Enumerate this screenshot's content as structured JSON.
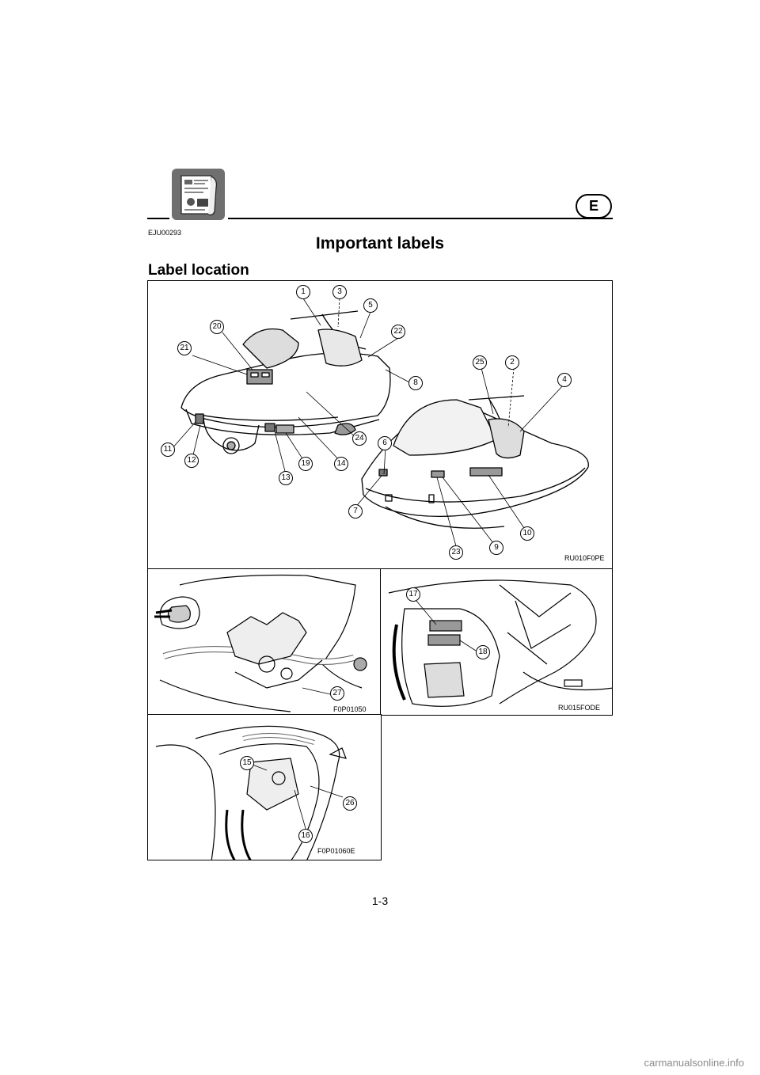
{
  "header": {
    "language": "E",
    "doc_code": "EJU00293",
    "icon": "manual-book-icon"
  },
  "page_title": "Important labels",
  "section_heading": "Label location",
  "figures": {
    "main": {
      "code": "RU010F0PE",
      "callouts": [
        "1",
        "3",
        "5",
        "20",
        "22",
        "21",
        "8",
        "25",
        "2",
        "4",
        "11",
        "12",
        "24",
        "6",
        "13",
        "19",
        "14",
        "7",
        "10",
        "9",
        "23"
      ]
    },
    "engine": {
      "code": "F0P01050",
      "callouts": [
        "27"
      ]
    },
    "rear": {
      "code": "RU015FODE",
      "callouts": [
        "17",
        "18"
      ]
    },
    "storage": {
      "code": "F0P01060E",
      "callouts": [
        "15",
        "26",
        "16"
      ]
    }
  },
  "page_number": "1-3",
  "watermark": "carmanualsonline.info"
}
